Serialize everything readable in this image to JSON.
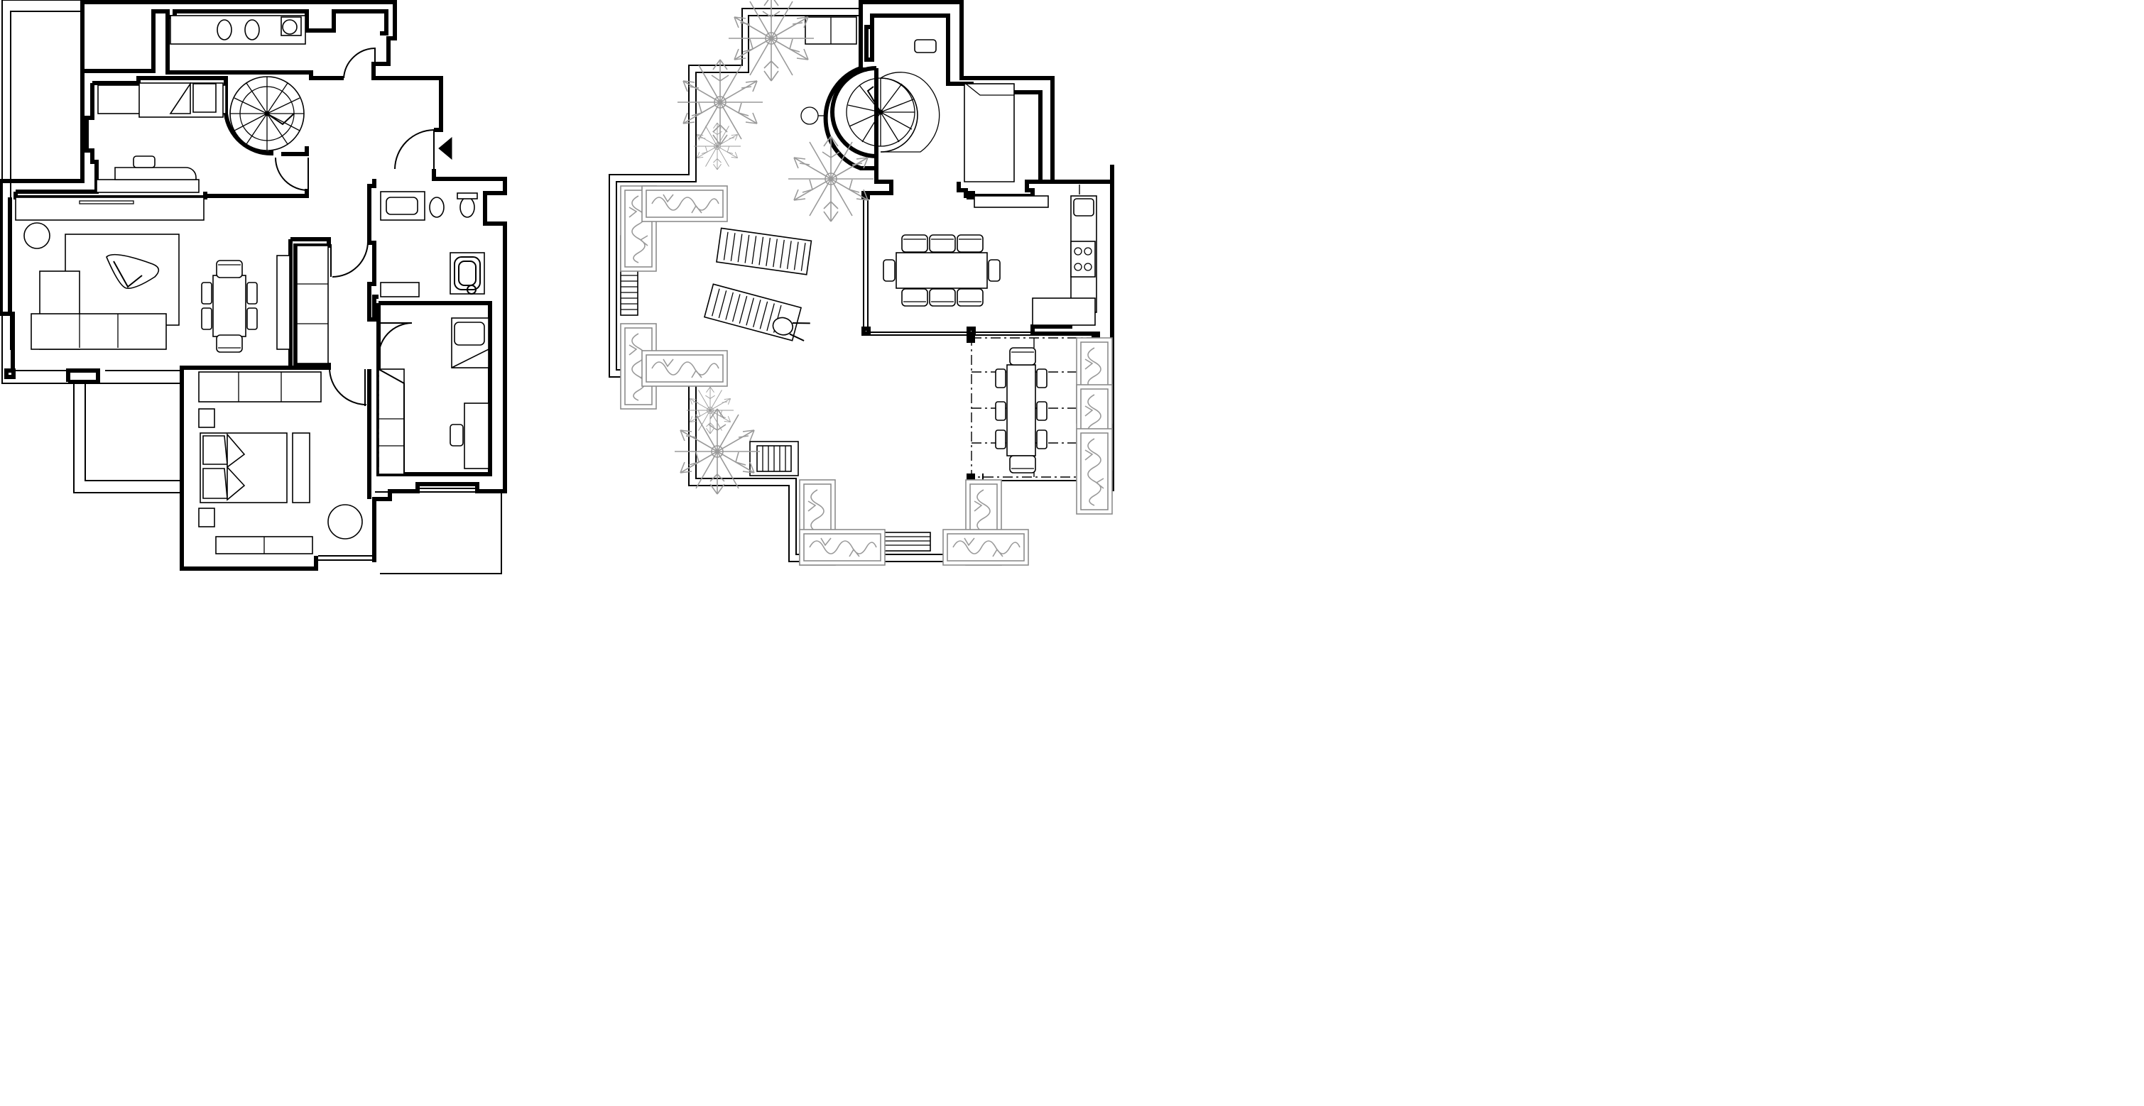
{
  "colors": {
    "background": "#ffffff",
    "walls": "#000000",
    "vegetation": "#9a9a9a"
  },
  "icons": {
    "entrance": "entrance-triangle-icon",
    "stair": "spiral-stair-icon",
    "plant": "plant-icon"
  },
  "plans": [
    {
      "id": "lower-floor",
      "rooms": [
        "living-dining",
        "kitchen",
        "study",
        "bathroom-1",
        "bathroom-2",
        "bedroom-1",
        "bedroom-2",
        "balcony"
      ]
    },
    {
      "id": "upper-floor",
      "rooms": [
        "roof-terrace",
        "kitchen-dining",
        "pergola-dining"
      ]
    }
  ]
}
